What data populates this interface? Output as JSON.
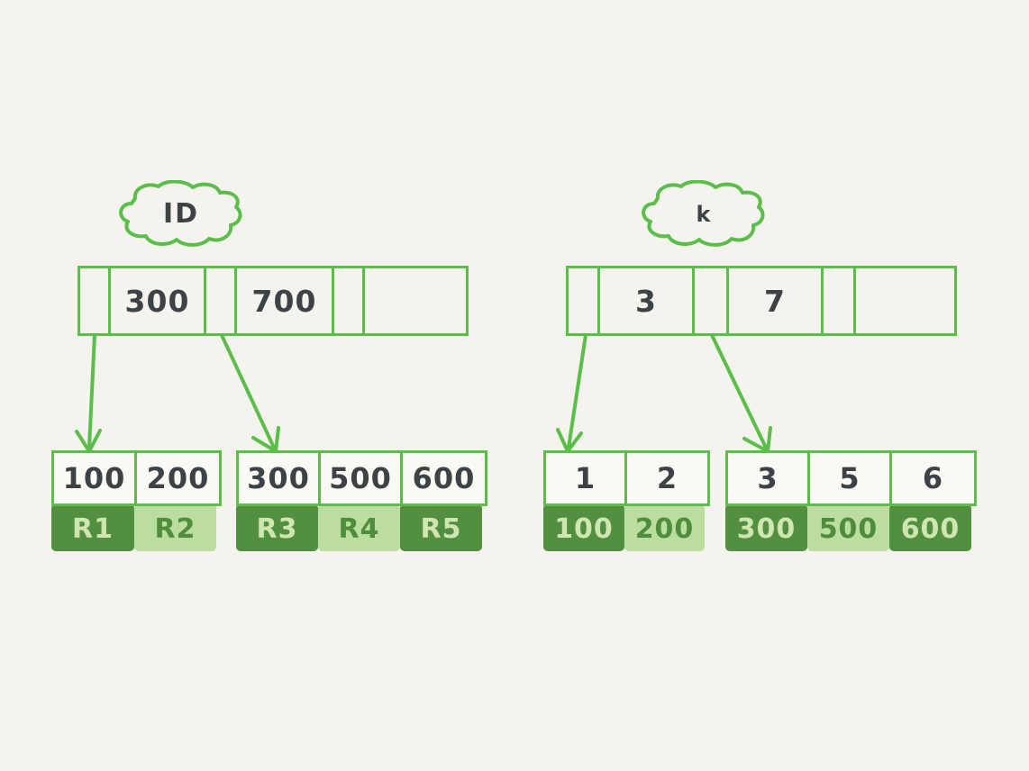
{
  "palette": {
    "background": "#f4f3ed",
    "stroke_green": "#5cbe4a",
    "dark_green": "#52903f",
    "light_green": "#bcdda0",
    "dark_text": "#3c4246",
    "light_text_on_dark": "#cfe6b2",
    "dark_text_on_light": "#4f8d3d"
  },
  "left_tree": {
    "cloud_label": "ID",
    "root": {
      "cells": [
        {
          "type": "pointer",
          "label": ""
        },
        {
          "type": "key",
          "label": "300"
        },
        {
          "type": "pointer",
          "label": ""
        },
        {
          "type": "key",
          "label": "700"
        },
        {
          "type": "pointer",
          "label": ""
        },
        {
          "type": "blank",
          "label": ""
        }
      ]
    },
    "leaves": [
      {
        "keys": [
          "100",
          "200"
        ],
        "values": [
          "R1",
          "R2"
        ],
        "shades": [
          "dark",
          "light"
        ]
      },
      {
        "keys": [
          "300",
          "500",
          "600"
        ],
        "values": [
          "R3",
          "R4",
          "R5"
        ],
        "shades": [
          "dark",
          "light",
          "dark"
        ]
      }
    ]
  },
  "right_tree": {
    "cloud_label": "k",
    "root": {
      "cells": [
        {
          "type": "pointer",
          "label": ""
        },
        {
          "type": "key",
          "label": "3"
        },
        {
          "type": "pointer",
          "label": ""
        },
        {
          "type": "key",
          "label": "7"
        },
        {
          "type": "pointer",
          "label": ""
        },
        {
          "type": "blank",
          "label": ""
        }
      ]
    },
    "leaves": [
      {
        "keys": [
          "1",
          "2"
        ],
        "values": [
          "100",
          "200"
        ],
        "shades": [
          "dark",
          "light"
        ]
      },
      {
        "keys": [
          "3",
          "5",
          "6"
        ],
        "values": [
          "300",
          "500",
          "600"
        ],
        "shades": [
          "dark",
          "light",
          "dark"
        ]
      }
    ]
  }
}
